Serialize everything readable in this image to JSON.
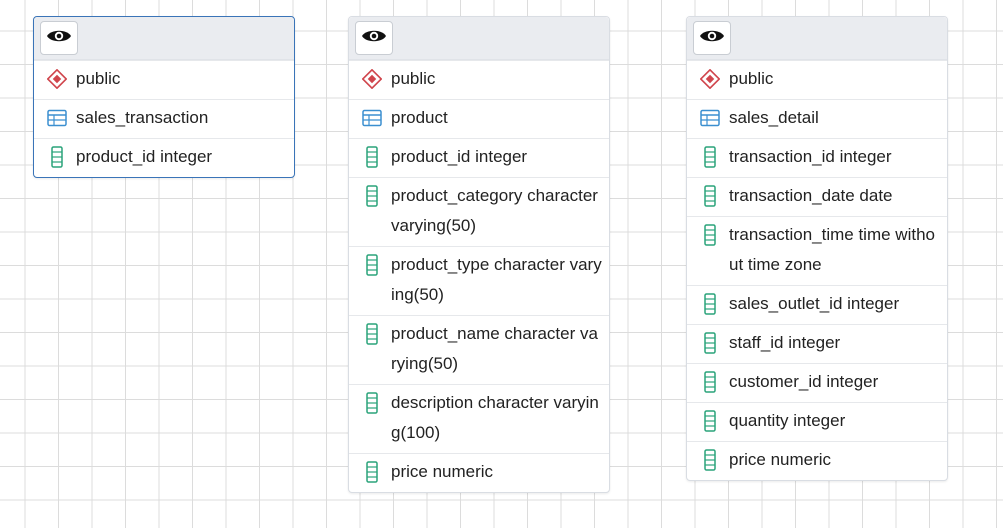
{
  "nodes": [
    {
      "schema": "public",
      "table": "sales_transaction",
      "columns": [
        "product_id integer"
      ]
    },
    {
      "schema": "public",
      "table": "product",
      "columns": [
        "product_id integer",
        "product_category character varying(50)",
        "product_type character varying(50)",
        "product_name character varying(50)",
        "description character varying(100)",
        "price numeric"
      ]
    },
    {
      "schema": "public",
      "table": "sales_detail",
      "columns": [
        "transaction_id integer",
        "transaction_date date",
        "transaction_time time without time zone",
        "sales_outlet_id integer",
        "staff_id integer",
        "customer_id integer",
        "quantity integer",
        "price numeric"
      ]
    }
  ],
  "icons": {
    "toggle": "eye-icon",
    "schema": "schema-icon",
    "table": "table-icon",
    "column": "column-icon"
  },
  "colors": {
    "selected_border": "#3a74b8",
    "schema_icon": "#d0454c",
    "table_icon": "#3b8fd0",
    "column_icon": "#2aa37a"
  }
}
